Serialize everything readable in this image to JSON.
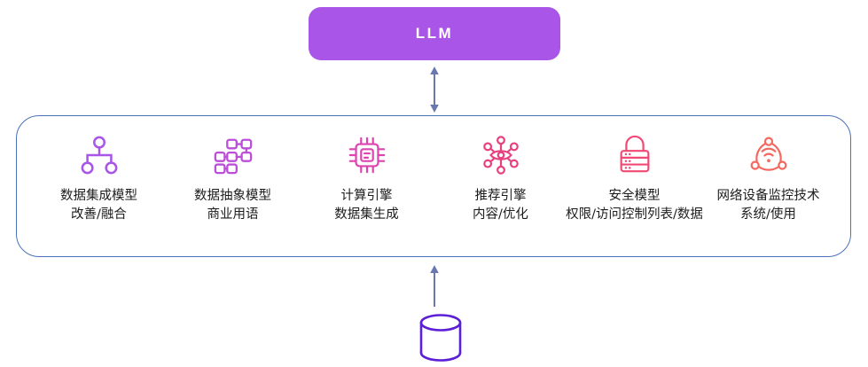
{
  "diagram": {
    "title_node": {
      "label": "LLM",
      "color": "#a855e8",
      "text_color": "#ffffff"
    },
    "connector_top": {
      "name": "bidirectional-arrow",
      "direction": "both",
      "color": "#6b78b0"
    },
    "connector_bottom": {
      "name": "upward-arrow",
      "direction": "up",
      "color": "#6b78b0"
    },
    "panel": {
      "border_color": "#4a72b8",
      "background": "#ffffff"
    },
    "capabilities": [
      {
        "icon": "hierarchy-tree-icon",
        "color": "#a855e8",
        "line1": "数据集成模型",
        "line2": "改善/融合"
      },
      {
        "icon": "connected-nodes-grid-icon",
        "color": "#bb4fd8",
        "line1": "数据抽象模型",
        "line2": "商业用语"
      },
      {
        "icon": "cpu-chip-icon",
        "color": "#dd44b0",
        "line1": "计算引擎",
        "line2": "数据集生成"
      },
      {
        "icon": "eye-network-icon",
        "color": "#e8407f",
        "line1": "推荐引擎",
        "line2": "内容/优化"
      },
      {
        "icon": "lock-server-icon",
        "color": "#f04a74",
        "line1": "安全模型",
        "line2": "权限/访问控制列表/数据"
      },
      {
        "icon": "network-monitor-wifi-icon",
        "color": "#f4685f",
        "line1": "网络设备监控技术",
        "line2": "系统/使用"
      }
    ],
    "data_source": {
      "icon": "database-cylinder-icon",
      "color": "#5b1fd6"
    }
  }
}
